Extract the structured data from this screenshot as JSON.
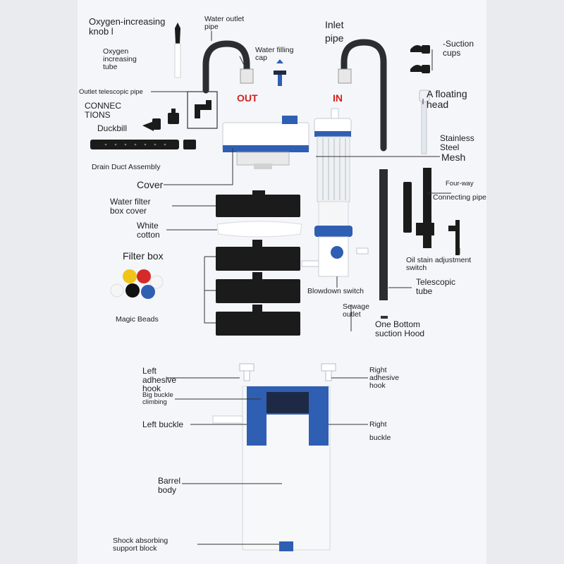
{
  "colors": {
    "blue": "#2f5fb3",
    "black": "#1b1b1b",
    "white": "#ffffff",
    "red": "#d32020",
    "line": "#333333"
  },
  "labels": {
    "oxygen_knob": "Oxygen-increasing\nknob l",
    "water_outlet_pipe": "Water outlet\npipe",
    "inlet_pipe": "Inlet\npipe",
    "suction_cups": "-Suction\ncups",
    "oxygen_tube": "Oxygen\nincreasing\ntube",
    "water_filling_cap": "Water filling\ncap",
    "outlet_telescopic_pipe": "Outlet telescopic pipe",
    "out": "OUT",
    "in": "IN",
    "floating_head": "A floating\nhead",
    "connections": "CONNEC\nTIONS",
    "duckbill": "Duckbill",
    "stainless_steel": "Stainless\nSteel",
    "mesh": "Mesh",
    "drain_duct": "Drain Duct Assembly",
    "cover": "Cover",
    "four_way": "Four-way",
    "connecting_pipe": "Connecting pipe",
    "filter_box_cover": "Water filter\nbox cover",
    "white_cotton": "White\ncotton",
    "filter_box": "Filter box",
    "oil_stain": "Oil stain adjustment\nswitch",
    "telescopic_tube": "Telescopic\ntube",
    "blowdown_switch": "Blowdown switch",
    "sewage_outlet": "Sewage\noutlet",
    "magic_beads": "Magic Beads",
    "bottom_hood": "One Bottom\nsuction Hood",
    "left_hook": "Left\nadhesive\nhook",
    "right_hook": "Right\nadhesive\nhook",
    "big_buckle": "Big buckle\nclimbing",
    "left_buckle": "Left buckle",
    "right": "Right",
    "buckle": "buckle",
    "barrel_body": "Barrel\nbody",
    "shock_block": "Shock absorbing\nsupport block"
  }
}
